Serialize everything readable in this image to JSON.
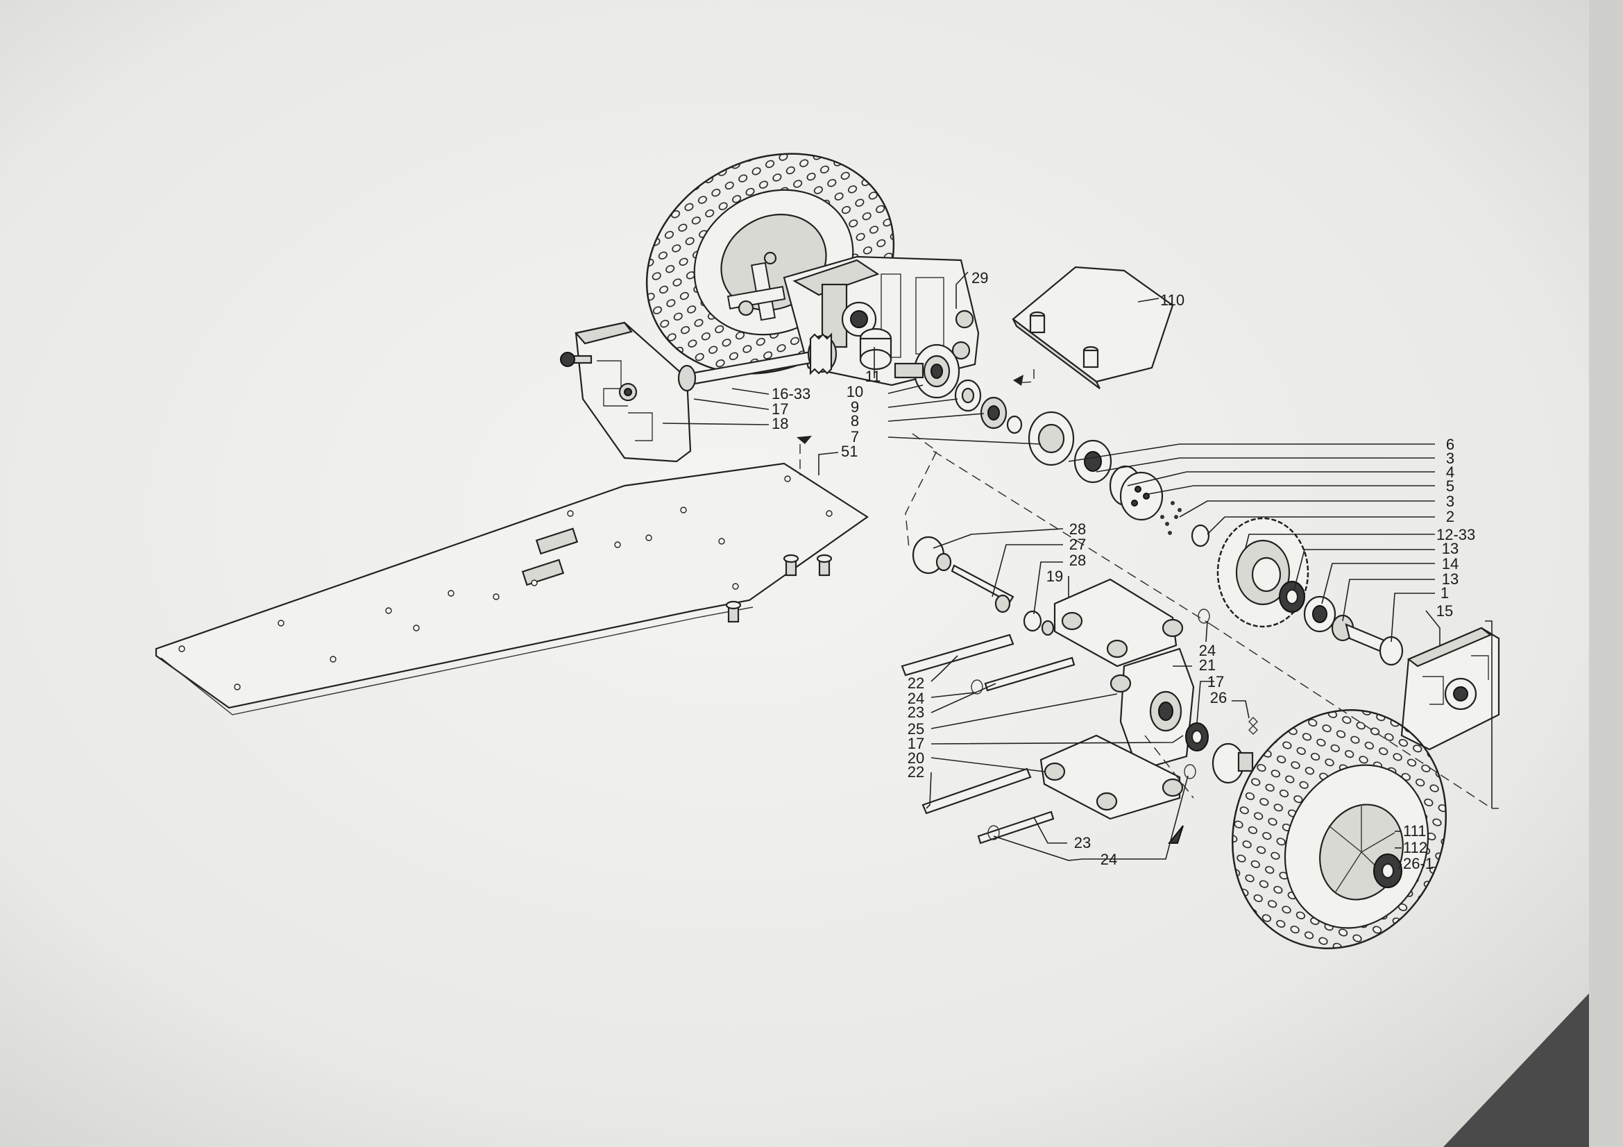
{
  "callouts": [
    {
      "id": "29",
      "label": "29"
    },
    {
      "id": "110",
      "label": "110"
    },
    {
      "id": "16-33",
      "label": "16-33"
    },
    {
      "id": "17a",
      "label": "17"
    },
    {
      "id": "18",
      "label": "18"
    },
    {
      "id": "11",
      "label": "11"
    },
    {
      "id": "10",
      "label": "10"
    },
    {
      "id": "9",
      "label": "9"
    },
    {
      "id": "8",
      "label": "8"
    },
    {
      "id": "7",
      "label": "7"
    },
    {
      "id": "51",
      "label": "51"
    },
    {
      "id": "6",
      "label": "6"
    },
    {
      "id": "3a",
      "label": "3"
    },
    {
      "id": "4",
      "label": "4"
    },
    {
      "id": "5",
      "label": "5"
    },
    {
      "id": "3b",
      "label": "3"
    },
    {
      "id": "2",
      "label": "2"
    },
    {
      "id": "12-33",
      "label": "12-33"
    },
    {
      "id": "13a",
      "label": "13"
    },
    {
      "id": "14",
      "label": "14"
    },
    {
      "id": "13b",
      "label": "13"
    },
    {
      "id": "1",
      "label": "1"
    },
    {
      "id": "15",
      "label": "15"
    },
    {
      "id": "28a",
      "label": "28"
    },
    {
      "id": "27",
      "label": "27"
    },
    {
      "id": "28b",
      "label": "28"
    },
    {
      "id": "19",
      "label": "19"
    },
    {
      "id": "24a",
      "label": "24"
    },
    {
      "id": "21",
      "label": "21"
    },
    {
      "id": "17b",
      "label": "17"
    },
    {
      "id": "26",
      "label": "26"
    },
    {
      "id": "22a",
      "label": "22"
    },
    {
      "id": "24b",
      "label": "24"
    },
    {
      "id": "23a",
      "label": "23"
    },
    {
      "id": "25",
      "label": "25"
    },
    {
      "id": "17c",
      "label": "17"
    },
    {
      "id": "20",
      "label": "20"
    },
    {
      "id": "22b",
      "label": "22"
    },
    {
      "id": "23b",
      "label": "23"
    },
    {
      "id": "24c",
      "label": "24"
    },
    {
      "id": "111",
      "label": "111"
    },
    {
      "id": "112",
      "label": "112"
    },
    {
      "id": "26-1",
      "label": "26-1"
    }
  ]
}
